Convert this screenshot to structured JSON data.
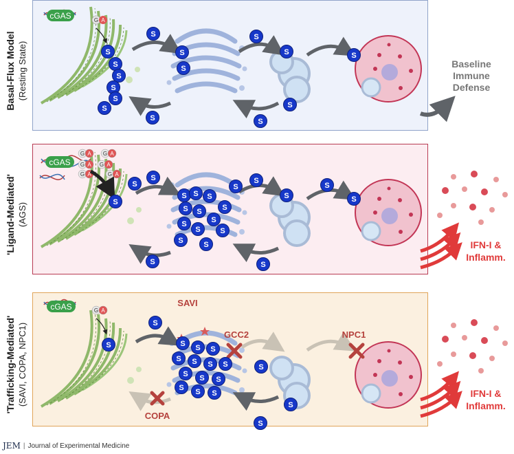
{
  "panels": [
    {
      "title": "Basal-Flux Model",
      "subtitle": "(Resting State)"
    },
    {
      "title": "'Ligand-Mediated'",
      "subtitle": "(AGS)"
    },
    {
      "title": "'Trafficking-Mediated'",
      "subtitle": "(SAVI, COPA, NPC1)"
    }
  ],
  "cgas_label": "cGAS",
  "sting_symbol": "S",
  "dna_letters": [
    "G",
    "A"
  ],
  "outcomes": {
    "basal": [
      "Baseline",
      "Immune",
      "Defense"
    ],
    "inflam": [
      "IFN-I &",
      "Inflamm."
    ]
  },
  "defects": {
    "savi": "SAVI",
    "gcc2": "GCC2",
    "npc1": "NPC1",
    "copa": "COPA"
  },
  "footer": {
    "logo": "JEM",
    "separator": "|",
    "journal": "Journal of Experimental Medicine"
  },
  "colors": {
    "sting_blue": "#1738c9",
    "er_green": "#8fb86a",
    "golgi_blue": "#9fb3dc",
    "lysosome_pink": "#f1c2ce",
    "lysosome_border": "#c23555",
    "inflam_red": "#e03a3a",
    "defect_red": "#b5423d"
  }
}
